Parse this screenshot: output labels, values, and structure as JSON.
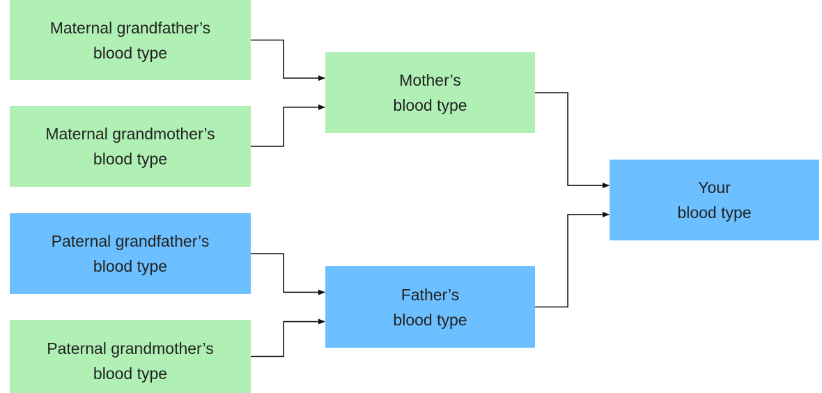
{
  "colors": {
    "maternal": "#b0f0b4",
    "paternal": "#6cc0ff",
    "connector": "#111111"
  },
  "nodes": {
    "maternal_grandfather": {
      "line1": "Maternal grandfather’s",
      "line2": "blood type",
      "color_key": "maternal"
    },
    "maternal_grandmother": {
      "line1": "Maternal grandmother’s",
      "line2": "blood type",
      "color_key": "maternal"
    },
    "paternal_grandfather": {
      "line1": "Paternal grandfather’s",
      "line2": "blood type",
      "color_key": "paternal"
    },
    "paternal_grandmother": {
      "line1": "Paternal grandmother’s",
      "line2": "blood type",
      "color_key": "maternal"
    },
    "mother": {
      "line1": "Mother’s",
      "line2": "blood type",
      "color_key": "maternal"
    },
    "father": {
      "line1": "Father’s",
      "line2": "blood type",
      "color_key": "paternal"
    },
    "you": {
      "line1": "Your",
      "line2": "blood type",
      "color_key": "paternal"
    }
  },
  "edges": [
    {
      "from": "maternal_grandfather",
      "to": "mother"
    },
    {
      "from": "maternal_grandmother",
      "to": "mother"
    },
    {
      "from": "paternal_grandfather",
      "to": "father"
    },
    {
      "from": "paternal_grandmother",
      "to": "father"
    },
    {
      "from": "mother",
      "to": "you"
    },
    {
      "from": "father",
      "to": "you"
    }
  ]
}
